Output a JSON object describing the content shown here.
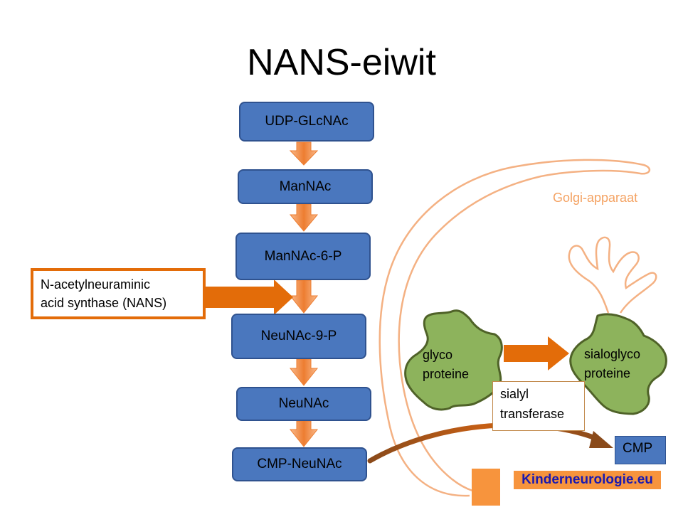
{
  "title": "NANS-eiwit",
  "pathway": {
    "steps": [
      {
        "label": "UDP-GLcNAc"
      },
      {
        "label": "ManNAc"
      },
      {
        "label": "ManNAc-6-P"
      },
      {
        "label": "NeuNAc-9-P"
      },
      {
        "label": "NeuNAc"
      },
      {
        "label": "CMP-NeuNAc"
      }
    ]
  },
  "enzyme": {
    "line1": "N-acetylneuraminic",
    "line2": "acid synthase (NANS)"
  },
  "golgi": {
    "label": "Golgi-apparaat"
  },
  "glycoprotein": {
    "line1": "glyco",
    "line2": "proteine"
  },
  "sialoglycoprotein": {
    "line1": "sialoglyco",
    "line2": "proteine"
  },
  "transferase": {
    "line1": "sialyl",
    "line2": "transferase"
  },
  "cmp": {
    "label": "CMP"
  },
  "logo": {
    "text": "Kinderneurologie.eu"
  },
  "colors": {
    "step_box": "#4a77be",
    "step_border": "#2f528f",
    "arrow": "#ed7d31",
    "enzyme_border": "#e36c09",
    "golgi_line": "#f4b183",
    "protein_fill": "#8db35c",
    "protein_border": "#4f6228",
    "logo_bg": "#f7943d",
    "logo_text": "#1a1ab0"
  }
}
